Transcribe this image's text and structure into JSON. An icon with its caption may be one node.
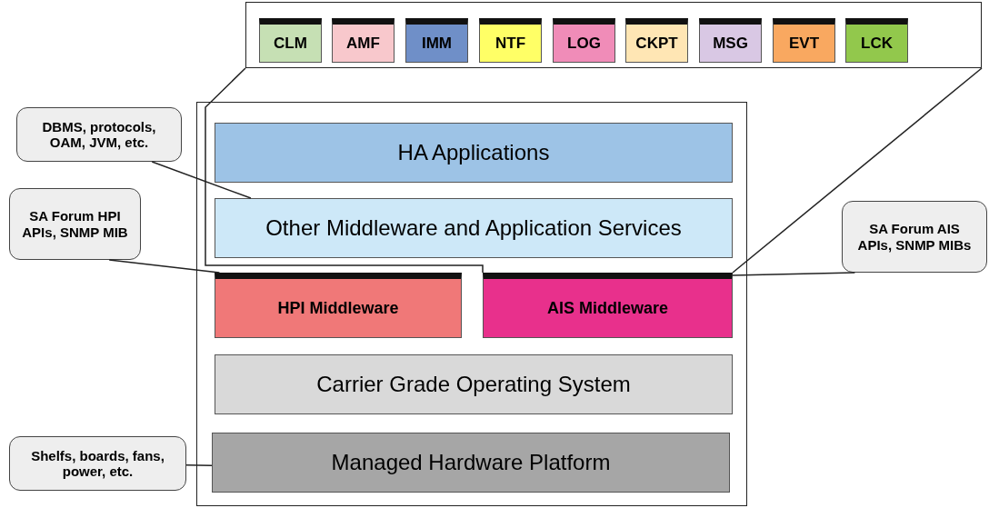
{
  "diagram": {
    "nodes": [
      {
        "text": [],
        "shape": "box"
      },
      {
        "text": [
          "CLM"
        ],
        "in": 0
      },
      {
        "text": [
          "AMF"
        ],
        "in": 0
      },
      {
        "text": [
          "IMM"
        ],
        "in": 0
      },
      {
        "text": [
          "NTF"
        ],
        "in": 0
      },
      {
        "text": [
          "LOG"
        ],
        "in": 0
      },
      {
        "text": [
          "CKPT"
        ],
        "in": 0
      },
      {
        "text": [
          "MSG"
        ],
        "in": 0
      },
      {
        "text": [
          "EVT"
        ],
        "in": 0
      },
      {
        "text": [
          "LCK"
        ],
        "in": 0
      },
      {
        "text": [
          "HA Applications"
        ]
      },
      {
        "text": [
          "Other Middleware and Application Services"
        ]
      },
      {
        "text": [
          "HPI Middleware"
        ]
      },
      {
        "text": [
          "AIS Middleware"
        ]
      },
      {
        "text": [
          "Carrier Grade Operating System"
        ]
      },
      {
        "text": [
          "Managed Hardware Platform"
        ]
      },
      {
        "text": [
          "DBMS, protocols, OAM, JVM, etc."
        ]
      },
      {
        "text": [
          "SA Forum HPI APIs, SNMP MIB"
        ]
      },
      {
        "text": [
          "SA Forum AIS APIs, SNMP MIBs"
        ]
      },
      {
        "text": [
          "Shelfs, boards, fans, power, etc."
        ]
      }
    ],
    "edges": [
      {
        "from": 13,
        "to": 0,
        "arrow": "none"
      },
      {
        "from": 13,
        "to": 0,
        "arrow": "none"
      },
      {
        "from": 16,
        "to": 11,
        "arrow": "none"
      },
      {
        "from": 17,
        "to": 12,
        "arrow": "none"
      },
      {
        "from": 18,
        "to": 13,
        "arrow": "none"
      },
      {
        "from": 19,
        "to": 15,
        "arrow": "none"
      }
    ]
  }
}
